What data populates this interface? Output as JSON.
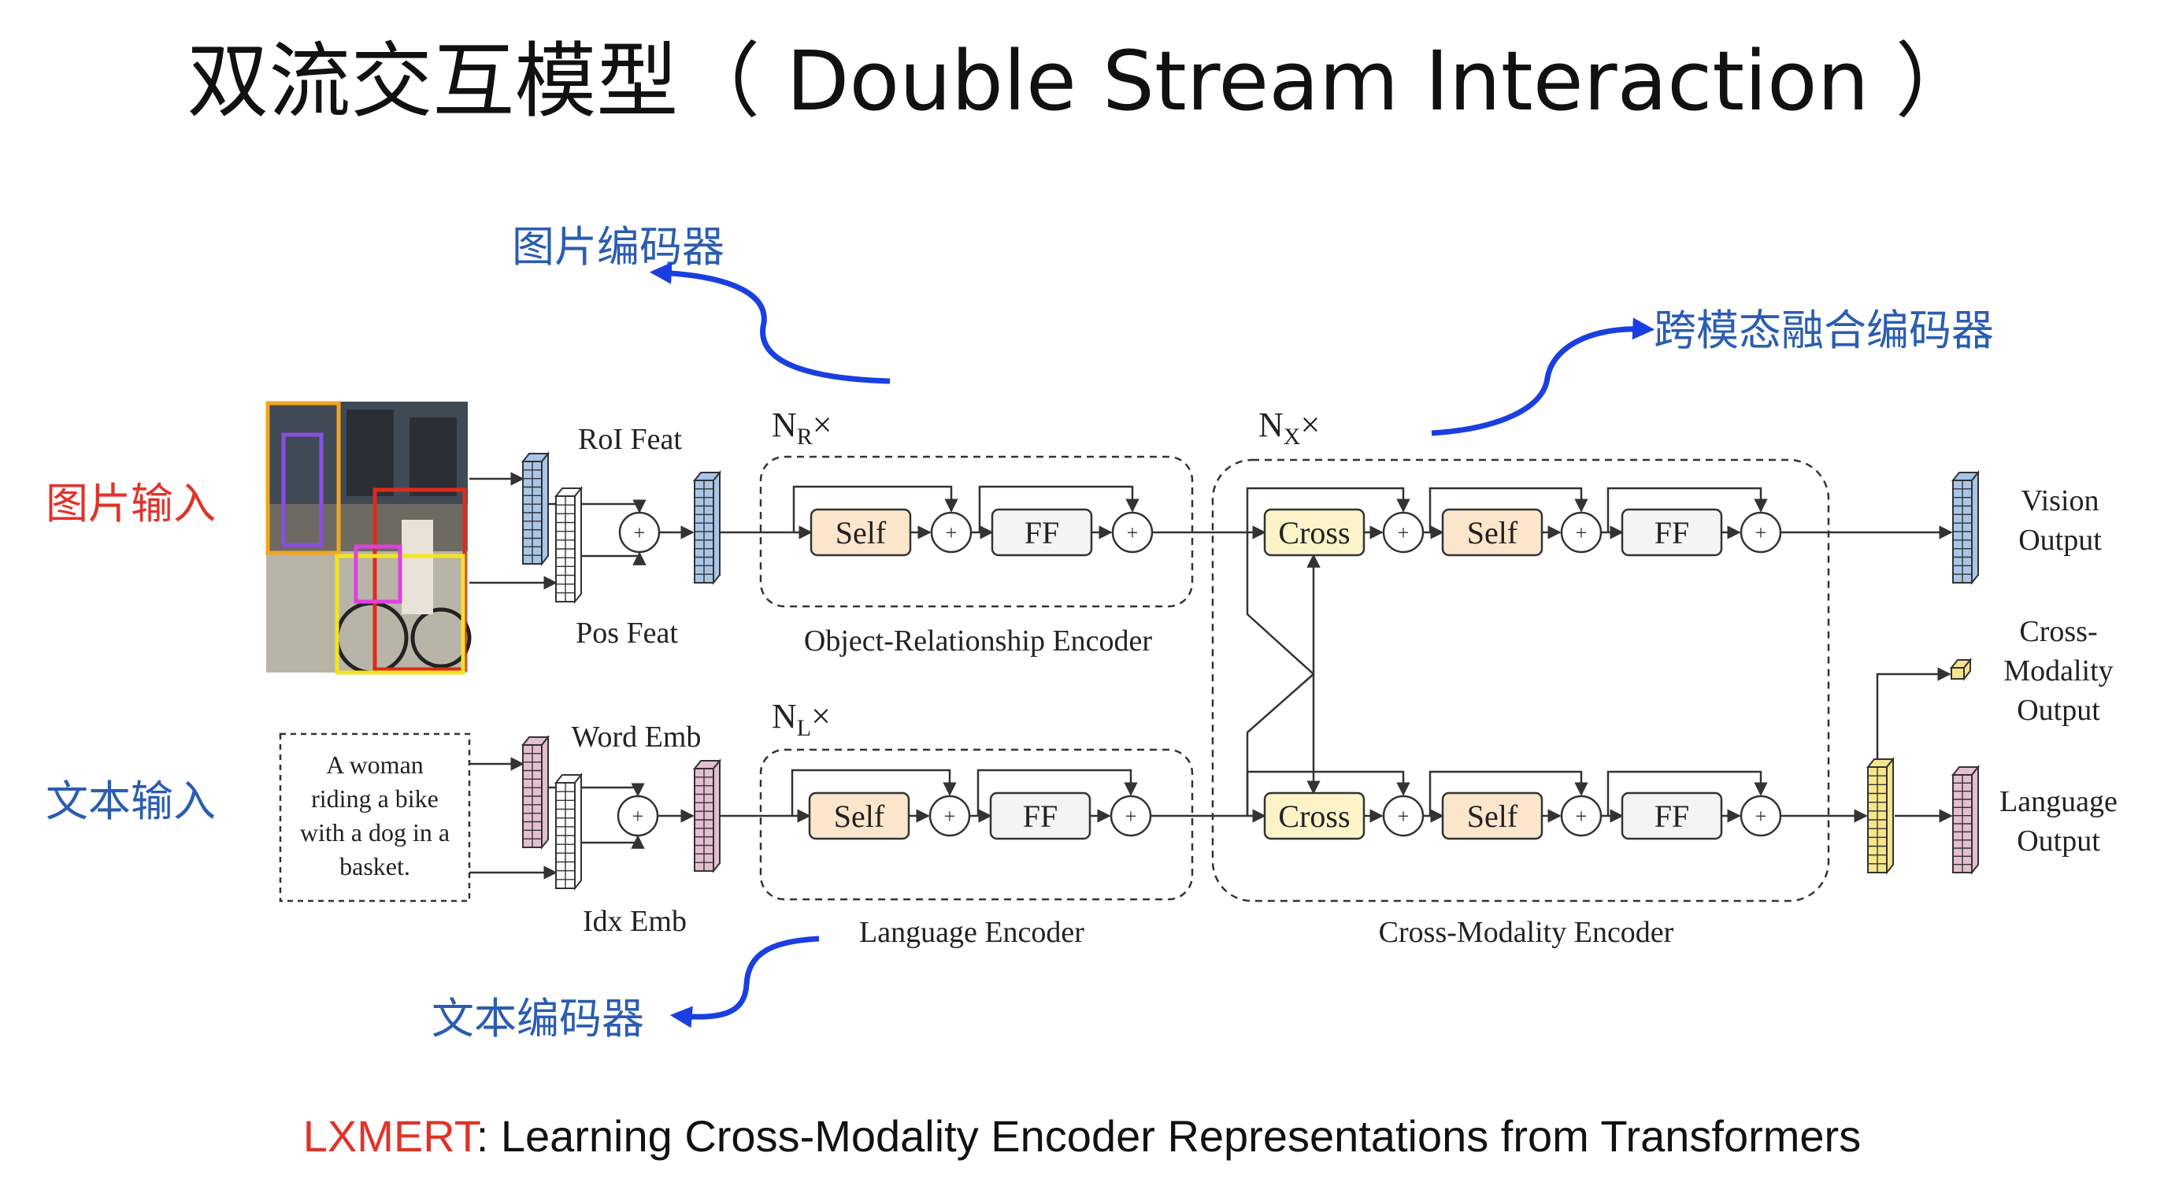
{
  "title": "双流交互模型（ Double Stream Interaction ）",
  "annotations": {
    "image_encoder": "图片编码器",
    "cross_modal_encoder": "跨模态融合编码器",
    "image_input": "图片输入",
    "text_input": "文本输入",
    "text_encoder": "文本编码器"
  },
  "diagram": {
    "nr": {
      "base": "N",
      "sub": "R",
      "suffix": "×"
    },
    "nx": {
      "base": "N",
      "sub": "X",
      "suffix": "×"
    },
    "nl": {
      "base": "N",
      "sub": "L",
      "suffix": "×"
    },
    "roi_feat": "RoI Feat",
    "pos_feat": "Pos Feat",
    "word_emb": "Word Emb",
    "idx_emb": "Idx Emb",
    "sentence": [
      "A woman",
      "riding a bike",
      "with a dog in a",
      "basket."
    ],
    "self_label": "Self",
    "ff_label": "FF",
    "cross_label": "Cross",
    "plus": "+",
    "object_encoder": "Object-Relationship Encoder",
    "language_encoder": "Language Encoder",
    "cross_modality_encoder": "Cross-Modality Encoder",
    "vision_output": [
      "Vision",
      "Output"
    ],
    "cross_modality_output": [
      "Cross-",
      "Modality",
      "Output"
    ],
    "language_output": [
      "Language",
      "Output"
    ]
  },
  "caption": {
    "prefix": "LXMERT",
    "rest": ": Learning Cross-Modality Encoder Representations from Transformers"
  },
  "colors": {
    "red": "#e0332a",
    "blue_text": "#2b5db0",
    "arrow_blue": "#1a3fe0",
    "self_fill": "#fbe6cc",
    "cross_fill": "#fdf3c8",
    "ff_fill": "#f4f4f4",
    "vision_tensor": "#a9c6e6",
    "language_tensor": "#e3bfd0",
    "cross_tensor": "#f6e58a"
  }
}
